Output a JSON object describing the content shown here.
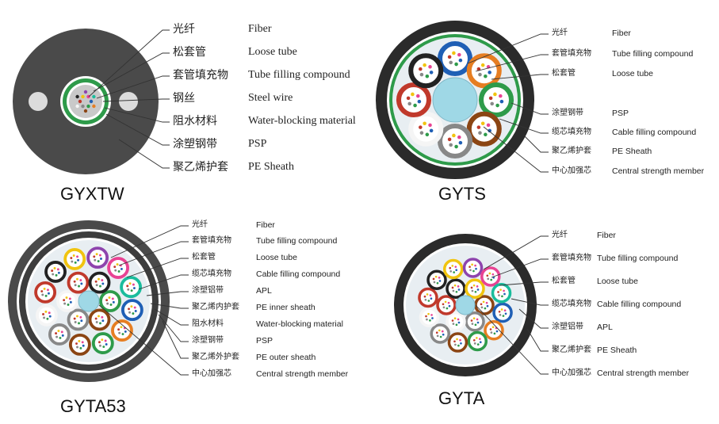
{
  "diagrams": [
    {
      "title": "GYXTW",
      "labels": [
        {
          "cn": "光纤",
          "en": "Fiber"
        },
        {
          "cn": "松套管",
          "en": "Loose tube"
        },
        {
          "cn": "套管填充物",
          "en": "Tube filling compound"
        },
        {
          "cn": "钢丝",
          "en": "Steel wire"
        },
        {
          "cn": "阻水材料",
          "en": "Water-blocking material"
        },
        {
          "cn": "涂塑钢带",
          "en": "PSP"
        },
        {
          "cn": "聚乙烯护套",
          "en": "PE Sheath"
        }
      ]
    },
    {
      "title": "GYTS",
      "labels": [
        {
          "cn": "光纤",
          "en": "Fiber"
        },
        {
          "cn": "套管填充物",
          "en": "Tube filling compound"
        },
        {
          "cn": "松套管",
          "en": "Loose tube"
        },
        {
          "cn": "涂塑钢带",
          "en": "PSP"
        },
        {
          "cn": "缆芯填充物",
          "en": "Cable filling compound"
        },
        {
          "cn": "聚乙烯护套",
          "en": "PE Sheath"
        },
        {
          "cn": "中心加强芯",
          "en": "Central strength member"
        }
      ]
    },
    {
      "title": "GYTA53",
      "labels": [
        {
          "cn": "光纤",
          "en": "Fiber"
        },
        {
          "cn": "套管填充物",
          "en": "Tube filling compound"
        },
        {
          "cn": "松套管",
          "en": "Loose tube"
        },
        {
          "cn": "缆芯填充物",
          "en": "Cable filling compound"
        },
        {
          "cn": "涂塑铝带",
          "en": "APL"
        },
        {
          "cn": "聚乙烯内护套",
          "en": "PE inner sheath"
        },
        {
          "cn": "阻水材料",
          "en": "Water-blocking material"
        },
        {
          "cn": "涂塑钢带",
          "en": "PSP"
        },
        {
          "cn": "聚乙烯外护套",
          "en": "PE outer sheath"
        },
        {
          "cn": "中心加强芯",
          "en": "Central strength member"
        }
      ]
    },
    {
      "title": "GYTA",
      "labels": [
        {
          "cn": "光纤",
          "en": "Fiber"
        },
        {
          "cn": "套管填充物",
          "en": "Tube filling compound"
        },
        {
          "cn": "松套管",
          "en": "Loose tube"
        },
        {
          "cn": "缆芯填充物",
          "en": "Cable filling compound"
        },
        {
          "cn": "涂塑铝带",
          "en": "APL"
        },
        {
          "cn": "聚乙烯护套",
          "en": "PE Sheath"
        },
        {
          "cn": "中心加强芯",
          "en": "Central strength member"
        }
      ]
    }
  ],
  "colors": {
    "sheath": "#4a4a4a",
    "green_tape": "#2e9b4a",
    "core_fill": "#e8eef2",
    "central_member": "#9fd8e6",
    "leader": "#333333",
    "tube_colors": [
      "#1f5fb5",
      "#e67e22",
      "#2e9b4a",
      "#8b4513",
      "#888888",
      "#f5f5f5",
      "#c0392b",
      "#222222",
      "#f1c40f",
      "#8e44ad",
      "#e84393",
      "#1abc9c"
    ]
  }
}
